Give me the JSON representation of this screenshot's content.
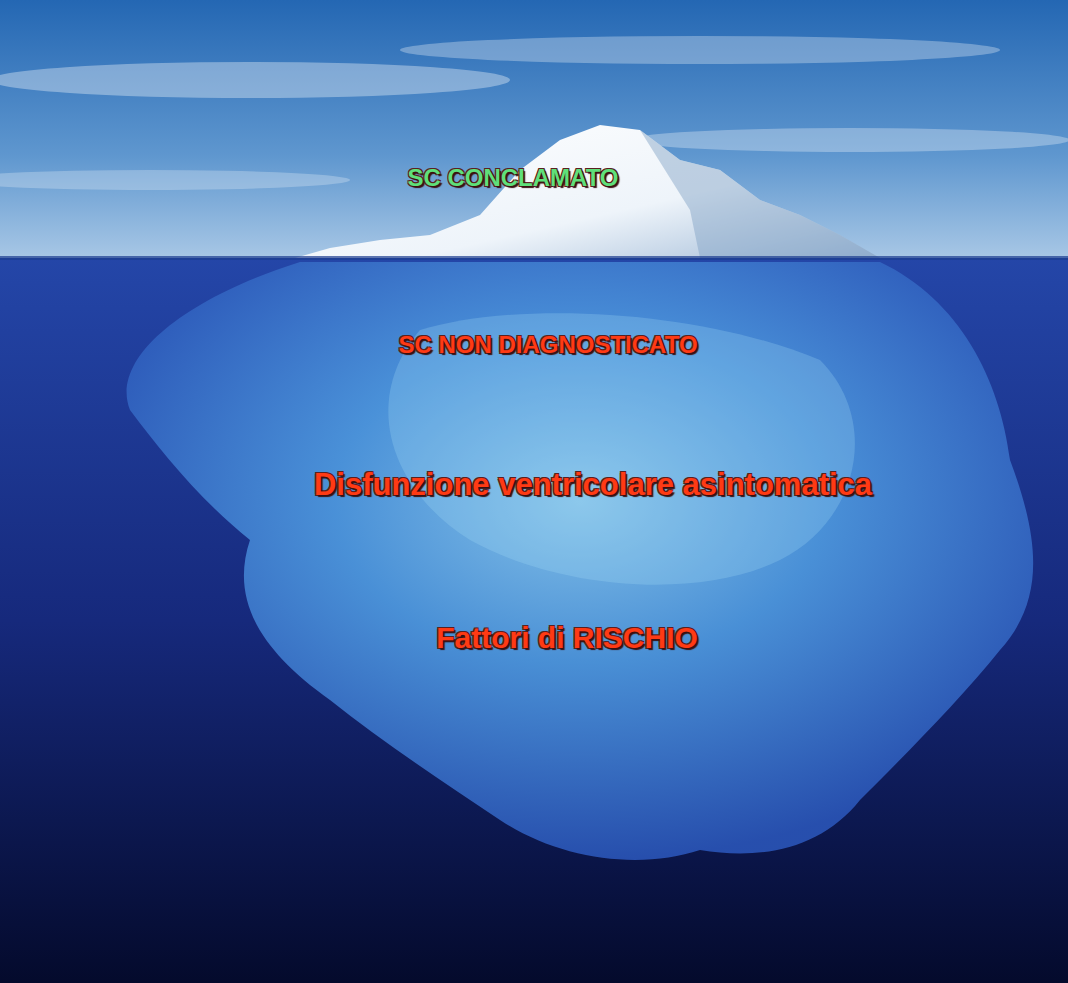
{
  "diagram": {
    "labels": [
      "SC CONCLAMATO",
      "SC NON DIAGNOSTICATO",
      "Disfunzione ventricolare asintomatica",
      "Fattori di RISCHIO"
    ]
  }
}
